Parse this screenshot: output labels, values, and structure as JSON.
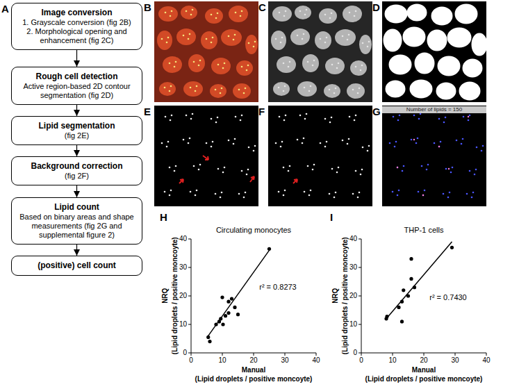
{
  "diagram": {
    "nodes": [
      {
        "text": [
          "Image conversion",
          "1. Grayscale conversion (fig 2B)",
          "2. Morphological opening and enhancement (fig 2C)"
        ]
      },
      {
        "text": [
          "Rough cell detection",
          "Active region-based 2D contour segmentation (fig 2D)"
        ]
      },
      {
        "text": [
          "Lipid segmentation",
          "(fig 2E)"
        ]
      },
      {
        "text": [
          "Background correction",
          "(fig 2F)"
        ]
      },
      {
        "text": [
          "Lipid count",
          "Based on binary areas and shape measurements (fig 2G and supplemental figure 2)"
        ]
      },
      {
        "text": [
          "(positive) cell count"
        ]
      }
    ],
    "edges": [
      {
        "from": 0,
        "to": 1,
        "arrow": "to"
      },
      {
        "from": 1,
        "to": 2,
        "arrow": "to"
      },
      {
        "from": 2,
        "to": 3,
        "arrow": "to"
      },
      {
        "from": 3,
        "to": 4,
        "arrow": "to"
      },
      {
        "from": 4,
        "to": 5,
        "arrow": "to"
      }
    ],
    "labels": [
      "A",
      "B",
      "C",
      "D",
      "E",
      "F",
      "G",
      "Number of lipids = 150",
      "H",
      "Circulating monocytes",
      "0",
      "10",
      "20",
      "30",
      "40",
      "0",
      "10",
      "20",
      "30",
      "40",
      "NRQ",
      "(Lipid droplets / positive moncoyte)",
      "Manual",
      "(Lipid droplets / positive moncoyte)",
      "r² = 0.8273",
      "I",
      "THP-1 cells",
      "0",
      "10",
      "20",
      "30",
      "40",
      "0",
      "10",
      "20",
      "30",
      "40",
      "NRQ",
      "(Lipid droplets / positive moncoyte)",
      "Manual",
      "(Lipid droplets / positive moncoyte)",
      "r² = 0.7430"
    ]
  }
}
